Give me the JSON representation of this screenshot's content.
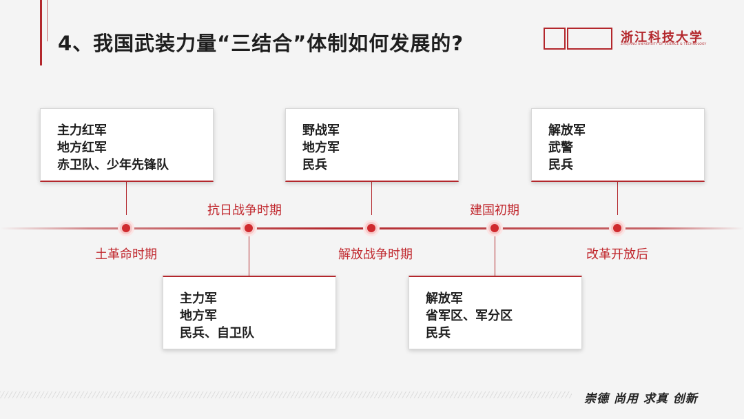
{
  "slide": {
    "title": "4、我国武装力量“三结合”体制如何发展的?",
    "motto": "崇德 尚用 求真 创新"
  },
  "logo": {
    "name_cn": "浙江科技大学",
    "name_en": "ZHEJIANG UNIVERSITY OF SCIENCE & TECHNOLOGY"
  },
  "colors": {
    "accent": "#b3272c",
    "text": "#1e1e1e",
    "background": "#f4f4f4"
  },
  "timeline": {
    "periods": [
      {
        "label": "土革命时期",
        "forces": [
          "主力红军",
          "地方红军",
          "赤卫队、少年先锋队"
        ]
      },
      {
        "label": "抗日战争时期",
        "forces": [
          "主力军",
          "地方军",
          "民兵、自卫队"
        ]
      },
      {
        "label": "解放战争时期",
        "forces": [
          "野战军",
          "地方军",
          "民兵"
        ]
      },
      {
        "label": "建国初期",
        "forces": [
          "解放军",
          "省军区、军分区",
          "民兵"
        ]
      },
      {
        "label": "改革开放后",
        "forces": [
          "解放军",
          "武警",
          "民兵"
        ]
      }
    ]
  }
}
